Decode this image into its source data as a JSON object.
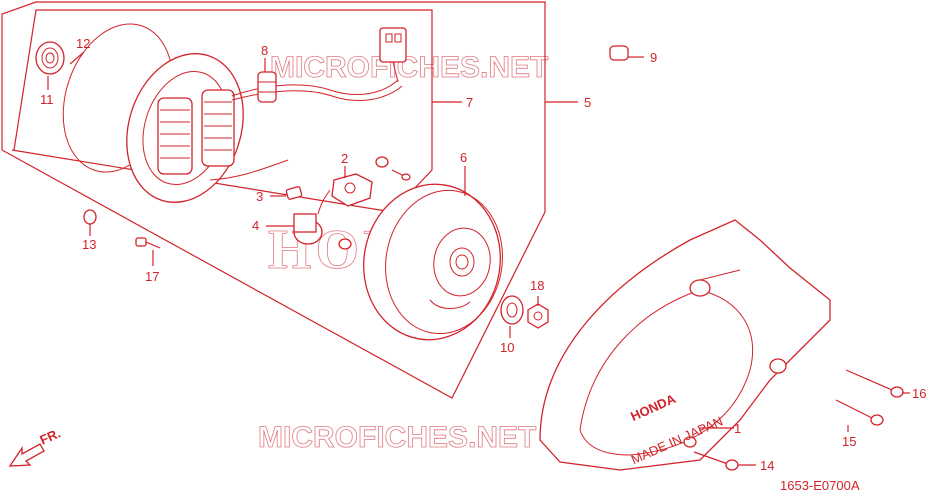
{
  "diagram": {
    "callouts": [
      {
        "id": "c1",
        "text": "1"
      },
      {
        "id": "c2",
        "text": "2"
      },
      {
        "id": "c3",
        "text": "3"
      },
      {
        "id": "c4",
        "text": "4"
      },
      {
        "id": "c5",
        "text": "5"
      },
      {
        "id": "c6",
        "text": "6"
      },
      {
        "id": "c7",
        "text": "7"
      },
      {
        "id": "c8",
        "text": "8"
      },
      {
        "id": "c9",
        "text": "9"
      },
      {
        "id": "c10",
        "text": "10"
      },
      {
        "id": "c11",
        "text": "11"
      },
      {
        "id": "c12",
        "text": "12"
      },
      {
        "id": "c13",
        "text": "13"
      },
      {
        "id": "c14",
        "text": "14"
      },
      {
        "id": "c15",
        "text": "15"
      },
      {
        "id": "c16",
        "text": "16"
      },
      {
        "id": "c17",
        "text": "17"
      },
      {
        "id": "c18",
        "text": "18"
      }
    ],
    "front_arrow_label": "FR.",
    "figure_code": "1653-E0700",
    "figure_suffix": "A",
    "cover_logo": "HONDA",
    "cover_origin": "MADE IN JAPAN",
    "watermark_text": "MICROFICHES.NET",
    "brand_watermark": "HONDA"
  },
  "colors": {
    "line": "#d2232a",
    "watermark": "#e07a80",
    "background": "#ffffff"
  }
}
